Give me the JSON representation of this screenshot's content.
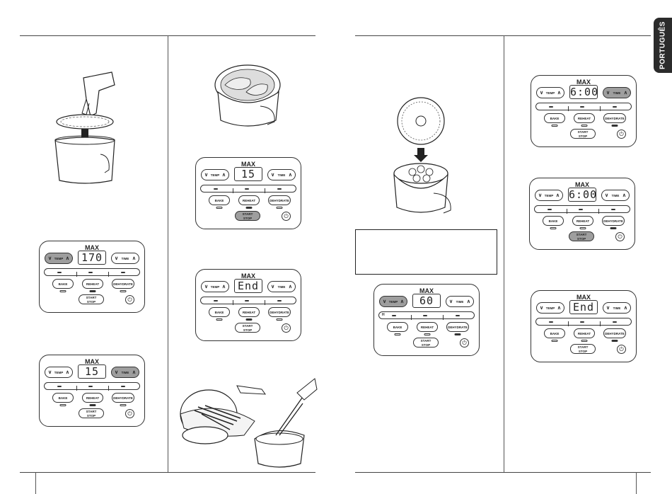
{
  "language_tab": "PORTUGUÊS",
  "accent_tab_color": "#2b2b2b",
  "panel_labels": {
    "max": "MAX",
    "temp": "TEMP",
    "time": "TIME",
    "bake": "BAKE",
    "reheat": "REHEAT",
    "dehydrate": "DEHYDRATE",
    "start_stop": "START STOP",
    "power_icon": "power-icon"
  },
  "panels": [
    {
      "id": "p1",
      "display": "170",
      "temp_active": true,
      "time_active": false,
      "start_active": false,
      "reheat_lit": true,
      "dehydrate_lit": false
    },
    {
      "id": "p2",
      "display": "15",
      "temp_active": false,
      "time_active": true,
      "start_active": false,
      "reheat_lit": true,
      "dehydrate_lit": false
    },
    {
      "id": "p3",
      "display": "15",
      "temp_active": false,
      "time_active": false,
      "start_active": true,
      "reheat_lit": true,
      "dehydrate_lit": false
    },
    {
      "id": "p4",
      "display": "End",
      "temp_active": false,
      "time_active": false,
      "start_active": false,
      "reheat_lit": true,
      "dehydrate_lit": false
    },
    {
      "id": "p5",
      "display": "60",
      "temp_active": true,
      "time_active": false,
      "start_active": false,
      "reheat_lit": false,
      "dehydrate_lit": true,
      "strip_mark": "H"
    },
    {
      "id": "p6",
      "display": "6:00",
      "temp_active": false,
      "time_active": true,
      "start_active": false,
      "reheat_lit": false,
      "dehydrate_lit": true
    },
    {
      "id": "p7",
      "display": "6:00",
      "temp_active": false,
      "time_active": false,
      "start_active": true,
      "reheat_lit": false,
      "dehydrate_lit": true
    },
    {
      "id": "p8",
      "display": "End",
      "temp_active": false,
      "time_active": false,
      "start_active": false,
      "reheat_lit": false,
      "dehydrate_lit": true
    }
  ],
  "illustrations": [
    "hand-placing-crisper-plate-illustration",
    "chicken-in-basket-illustration",
    "rack-into-basket-illustration",
    "tongs-removing-food-illustration"
  ]
}
